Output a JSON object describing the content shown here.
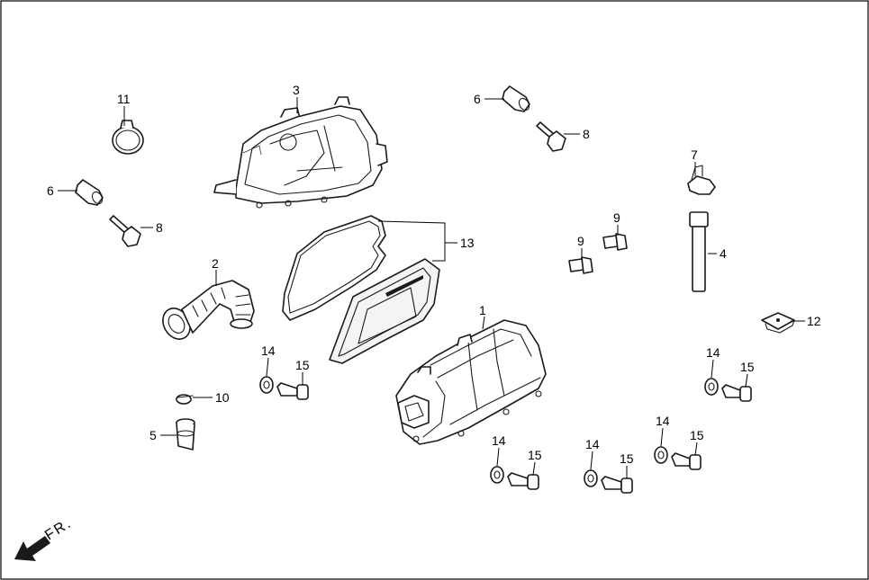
{
  "callouts": [
    {
      "id": "c1",
      "label": "1"
    },
    {
      "id": "c2",
      "label": "2"
    },
    {
      "id": "c3",
      "label": "3"
    },
    {
      "id": "c4",
      "label": "4"
    },
    {
      "id": "c5",
      "label": "5"
    },
    {
      "id": "c6a",
      "label": "6"
    },
    {
      "id": "c6b",
      "label": "6"
    },
    {
      "id": "c7",
      "label": "7"
    },
    {
      "id": "c8a",
      "label": "8"
    },
    {
      "id": "c8b",
      "label": "8"
    },
    {
      "id": "c9a",
      "label": "9"
    },
    {
      "id": "c9b",
      "label": "9"
    },
    {
      "id": "c10",
      "label": "10"
    },
    {
      "id": "c11",
      "label": "11"
    },
    {
      "id": "c12",
      "label": "12"
    },
    {
      "id": "c13",
      "label": "13"
    },
    {
      "id": "c14a",
      "label": "14"
    },
    {
      "id": "c14b",
      "label": "14"
    },
    {
      "id": "c14c",
      "label": "14"
    },
    {
      "id": "c14d",
      "label": "14"
    },
    {
      "id": "c14e",
      "label": "14"
    },
    {
      "id": "c15a",
      "label": "15"
    },
    {
      "id": "c15b",
      "label": "15"
    },
    {
      "id": "c15c",
      "label": "15"
    },
    {
      "id": "c15d",
      "label": "15"
    },
    {
      "id": "c15e",
      "label": "15"
    }
  ],
  "direction_marker": {
    "label": "FR.",
    "icon": "front-direction-arrow-icon"
  }
}
